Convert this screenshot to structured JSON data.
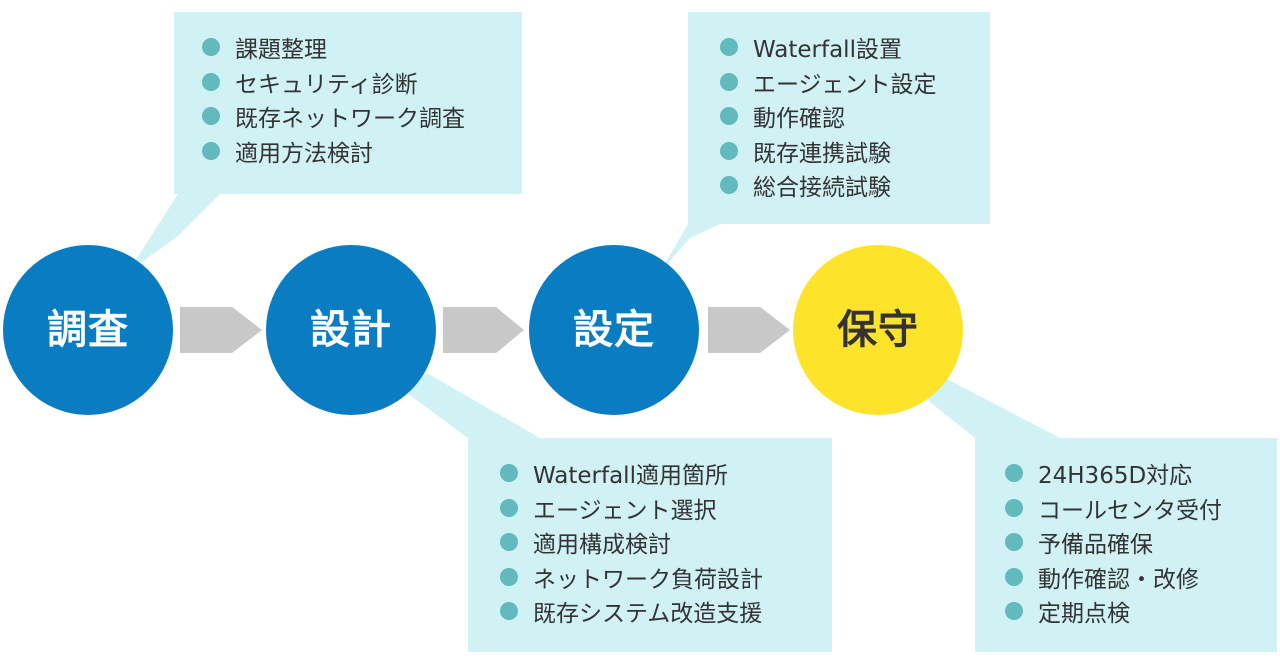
{
  "colors": {
    "stage_blue": "#0a7dc2",
    "stage_yellow": "#fde42a",
    "box_fill": "#d1f2f5",
    "bullet": "#62b9be",
    "arrow": "#c8c8c8",
    "text": "#333333",
    "label_on_blue": "#ffffff",
    "label_on_yellow": "#333333"
  },
  "stages": [
    {
      "label": "調査"
    },
    {
      "label": "設計"
    },
    {
      "label": "設定"
    },
    {
      "label": "保守"
    }
  ],
  "boxes": [
    {
      "stage": "調査",
      "items": [
        "課題整理",
        "セキュリティ診断",
        "既存ネットワーク調査",
        "適用方法検討"
      ]
    },
    {
      "stage": "設計",
      "items": [
        "Waterfall適用箇所",
        "エージェント選択",
        "適用構成検討",
        "ネットワーク負荷設計",
        "既存システム改造支援"
      ]
    },
    {
      "stage": "設定",
      "items": [
        "Waterfall設置",
        "エージェント設定",
        "動作確認",
        "既存連携試験",
        "総合接続試験"
      ]
    },
    {
      "stage": "保守",
      "items": [
        "24H365D対応",
        "コールセンタ受付",
        "予備品確保",
        "動作確認・改修",
        "定期点検"
      ]
    }
  ]
}
